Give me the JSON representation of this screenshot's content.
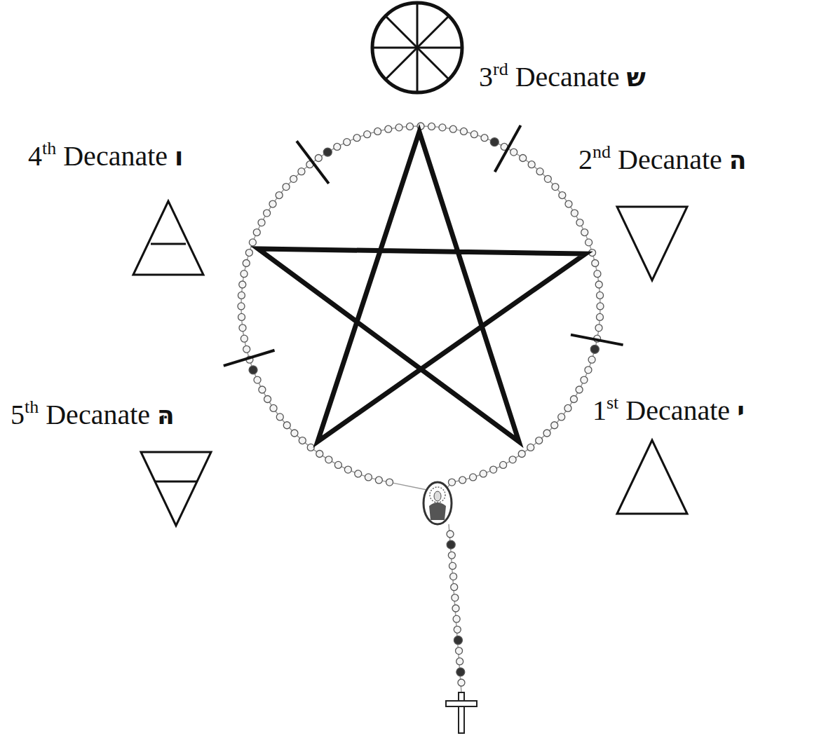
{
  "diagram": {
    "labels": [
      "3rd Decanate ש",
      "4th Decanate ו",
      "2nd Decanate ה",
      "5th Decanate הּ",
      "1st Decanate י"
    ]
  }
}
